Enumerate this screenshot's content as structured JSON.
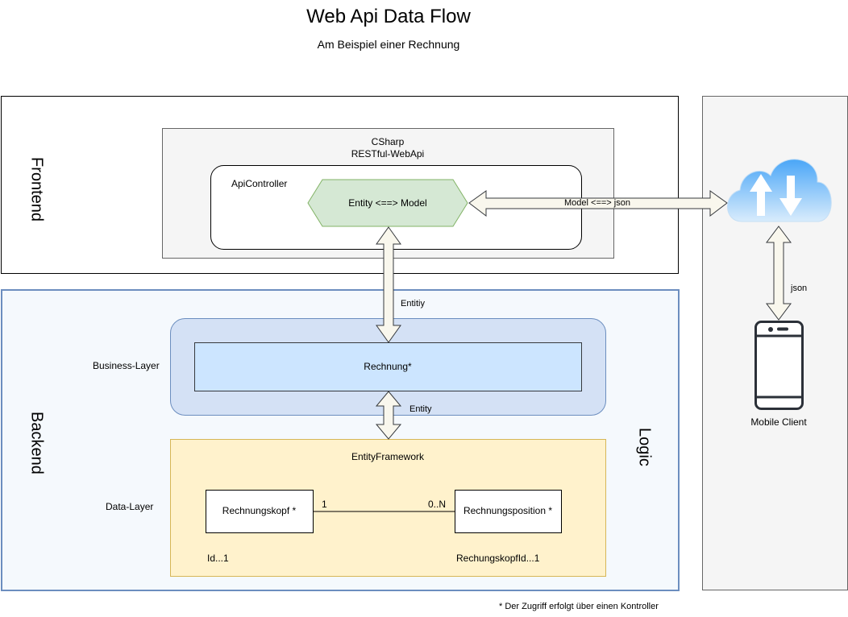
{
  "title": "Web Api Data Flow",
  "subtitle": "Am Beispiel einer Rechnung",
  "frontend": {
    "label": "Frontend",
    "webapi_line1": "CSharp",
    "webapi_line2": "RESTful-WebApi",
    "controller_label": "ApiController",
    "mapping_label": "Entity <==> Model"
  },
  "backend": {
    "label": "Backend",
    "logic_label": "Logic",
    "business_layer_label": "Business-Layer",
    "business_entity": "Rechnung*",
    "data_layer_label": "Data-Layer",
    "ef_label": "EntityFramework",
    "entity_head": "Rechnungskopf *",
    "entity_position": "Rechnungsposition *",
    "multiplicity_one": "1",
    "multiplicity_many": "0..N",
    "key_head": "Id...1",
    "key_position": "RechungskopfId...1"
  },
  "connectors": {
    "controller_to_business": "Entitiy",
    "business_to_data": "Entity",
    "model_json": "Model <==> json",
    "cloud_to_client": "json"
  },
  "mobile_client_label": "Mobile Client",
  "footnote": "* Der Zugriff erfolgt über einen Kontroller",
  "colors": {
    "frontend_border": "#000000",
    "backend_fill": "#f5f9fd",
    "backend_border": "#6c8ebf",
    "webapi_fill": "#f5f5f5",
    "mapping_fill": "#d5e8d4",
    "mapping_border": "#82b366",
    "business_fill": "#d4e1f5",
    "business_inner_fill": "#cce5ff",
    "data_fill": "#fff2cc",
    "data_border": "#d6b656",
    "right_panel_fill": "#f5f5f5",
    "arrow_fill": "#f9f7ed",
    "cloud_blue": "#3e9df2",
    "phone_color": "#2b3038"
  }
}
